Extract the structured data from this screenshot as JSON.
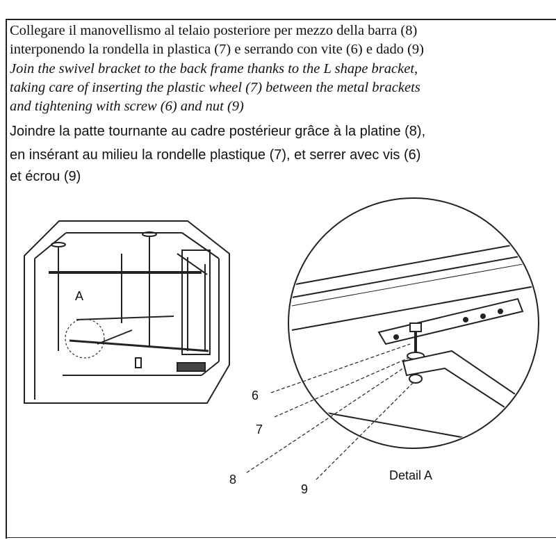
{
  "instructions": {
    "italian": [
      "Collegare il manovellismo al telaio posteriore per mezzo della barra (8)",
      "interponendo la rondella in plastica (7) e serrando con vite (6) e dado (9)"
    ],
    "english": [
      "Join the swivel bracket to the back frame thanks to the L shape bracket,",
      "taking care of inserting the plastic wheel (7) between the metal brackets",
      "and tightening with screw (6) and nut (9)"
    ],
    "french": [
      "Joindre la patte tournante au cadre postérieur grâce à la platine (8),",
      "en insérant au milieu la rondelle plastique (7), et serrer avec vis (6)",
      "et écrou (9)"
    ]
  },
  "figure": {
    "detail_marker": "A",
    "detail_title": "Detail A",
    "callouts": [
      "6",
      "7",
      "8",
      "9"
    ]
  }
}
